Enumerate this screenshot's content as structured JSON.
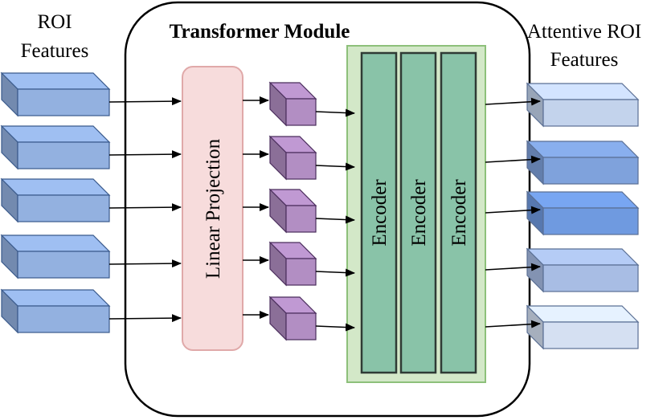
{
  "labels": {
    "input_line1": "ROI",
    "input_line2": "Features",
    "output_line1": "Attentive ROI",
    "output_line2": "Features",
    "module_title": "Transformer Module",
    "projection": "Linear Projection",
    "encoders": [
      "Encoder",
      "Encoder",
      "Encoder"
    ]
  },
  "colors": {
    "input_block": "#93b1e0",
    "projection_fill": "#f7dcdc",
    "projection_stroke": "#e0a9a9",
    "token_fill": "#b28ec3",
    "encoder_panel_fill": "#d3e8c8",
    "encoder_panel_stroke": "#8dc07a",
    "encoder_fill": "#89c3a8",
    "output_blocks": [
      "#c3d3ec",
      "#7fa2dc",
      "#6f9ae0",
      "#a8bde4",
      "#d5e0f2"
    ]
  }
}
